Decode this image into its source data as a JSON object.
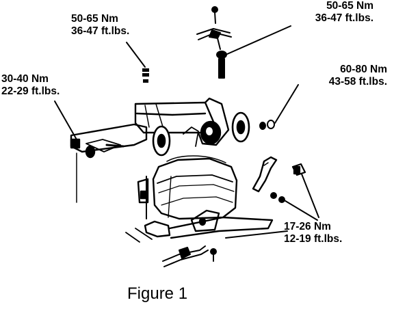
{
  "torque_specs": [
    {
      "id": "top-left",
      "metric": "50-65 Nm",
      "imperial": "36-47 ft.lbs."
    },
    {
      "id": "top-right",
      "metric": "50-65 Nm",
      "imperial": "36-47 ft.lbs."
    },
    {
      "id": "left",
      "metric": "30-40 Nm",
      "imperial": "22-29 ft.lbs."
    },
    {
      "id": "right",
      "metric": "60-80 Nm",
      "imperial": "43-58 ft.lbs."
    },
    {
      "id": "bottom",
      "metric": "17-26 Nm",
      "imperial": "12-19 ft.lbs."
    }
  ],
  "caption": "Figure 1",
  "colors": {
    "ink": "#000000",
    "paper": "#ffffff"
  }
}
